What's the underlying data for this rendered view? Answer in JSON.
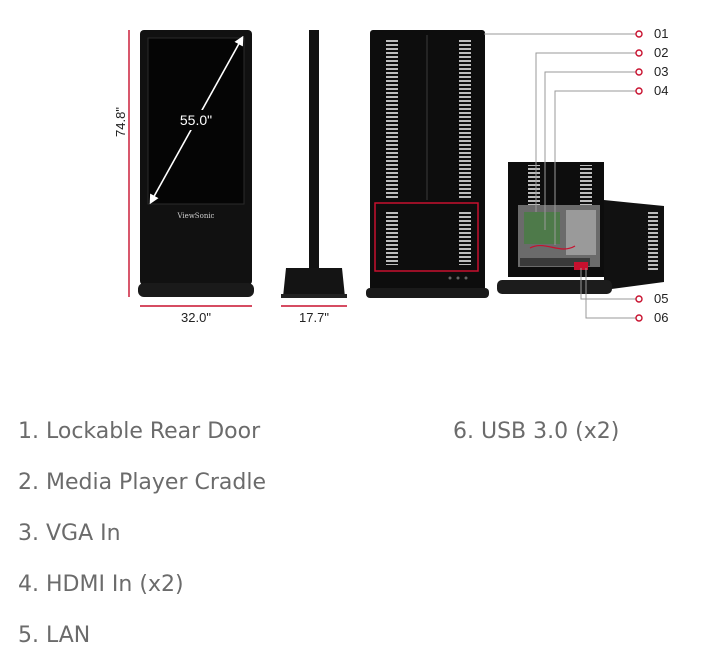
{
  "diagram": {
    "dimensions": {
      "height": "74.8\"",
      "width": "32.0\"",
      "depth": "17.7\"",
      "diagonal": "55.0\""
    },
    "brand_logo": "ViewSonic",
    "callouts": [
      "01",
      "02",
      "03",
      "04",
      "05",
      "06"
    ],
    "colors": {
      "accent": "#c8102e",
      "body": "#111111",
      "screen": "#000000"
    }
  },
  "features": [
    "1. Lockable Rear Door",
    "2. Media Player Cradle",
    "3. VGA In",
    "4. HDMI In (x2)",
    "5. LAN",
    "6. USB 3.0 (x2)"
  ]
}
